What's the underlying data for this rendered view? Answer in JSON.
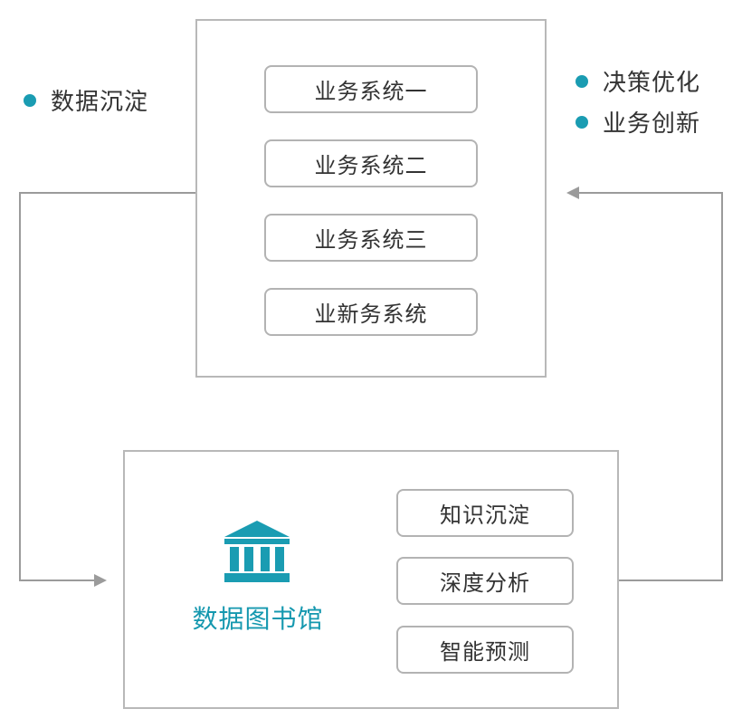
{
  "colors": {
    "accent": "#1a9cb2",
    "border": "#b8b8b8",
    "arrow": "#9b9b9b"
  },
  "left_bullets": [
    "数据沉淀"
  ],
  "right_bullets": [
    "决策优化",
    "业务创新"
  ],
  "business_systems": [
    "业务系统一",
    "业务系统二",
    "业务系统三",
    "业新务系统"
  ],
  "library": {
    "icon": "library-building-icon",
    "title": "数据图书馆",
    "features": [
      "知识沉淀",
      "深度分析",
      "智能预测"
    ]
  }
}
